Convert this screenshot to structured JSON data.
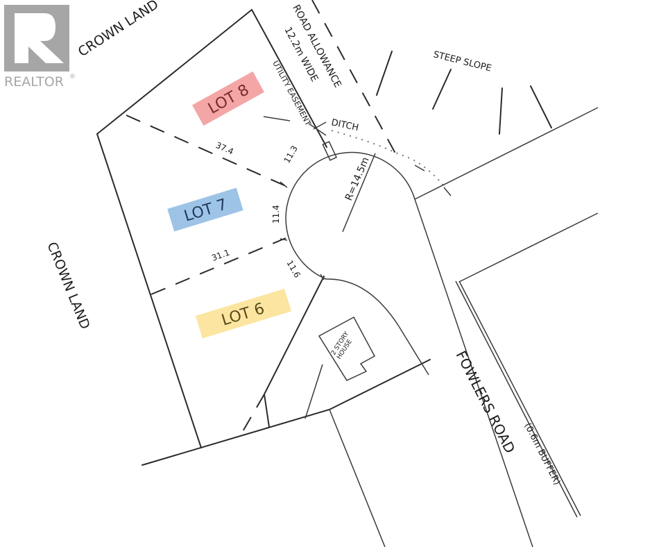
{
  "logo": {
    "brand": "REALTOR",
    "registered": "®",
    "color": "#a6a6a6"
  },
  "labels": {
    "crown_land_top": "CROWN LAND",
    "crown_land_left": "CROWN LAND",
    "road_allowance_line1": "ROAD ALLOWANCE",
    "road_allowance_line2": "12.2m WIDE",
    "utility_easement": "UTILITY EASEMENT",
    "ditch": "DITCH",
    "steep_slope": "STEEP SLOPE",
    "radius": "R=14.5m",
    "house_line1": "2 STORY",
    "house_line2": "HOUSE",
    "road_name": "FOWLERS ROAD",
    "buffer": "(0.6m BUFFER)"
  },
  "lots": [
    {
      "label": "LOT 8",
      "fill": "#f4a6a6",
      "text_color": "#7a2a2a"
    },
    {
      "label": "LOT 7",
      "fill": "#9dc3e6",
      "text_color": "#1f3a5a"
    },
    {
      "label": "LOT 6",
      "fill": "#fbe5a0",
      "text_color": "#5a4a1a"
    }
  ],
  "dimensions": {
    "lot8_depth": "37.4",
    "lot8_frontage": "11.3",
    "lot7_frontage": "11.4",
    "lot7_depth": "31.1",
    "lot6_frontage": "11.6"
  }
}
